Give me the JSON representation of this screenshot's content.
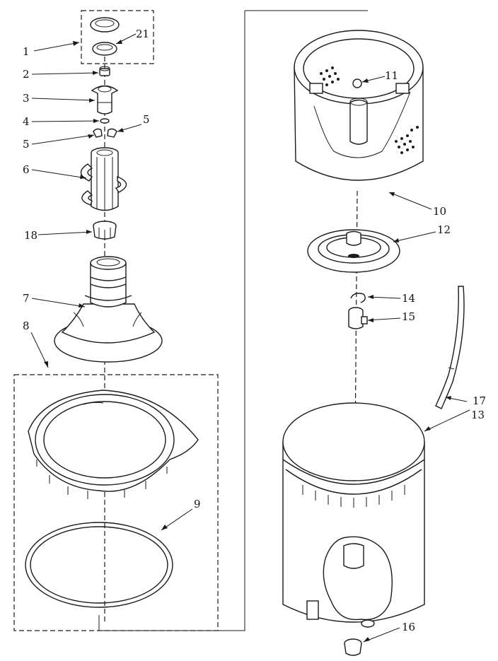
{
  "callouts": [
    {
      "id": "c1",
      "label": "1"
    },
    {
      "id": "c2",
      "label": "2"
    },
    {
      "id": "c3",
      "label": "3"
    },
    {
      "id": "c4",
      "label": "4"
    },
    {
      "id": "c5a",
      "label": "5"
    },
    {
      "id": "c5b",
      "label": "5"
    },
    {
      "id": "c6",
      "label": "6"
    },
    {
      "id": "c7",
      "label": "7"
    },
    {
      "id": "c8",
      "label": "8"
    },
    {
      "id": "c9",
      "label": "9"
    },
    {
      "id": "c10",
      "label": "10"
    },
    {
      "id": "c11",
      "label": "11"
    },
    {
      "id": "c12",
      "label": "12"
    },
    {
      "id": "c13",
      "label": "13"
    },
    {
      "id": "c14",
      "label": "14"
    },
    {
      "id": "c15",
      "label": "15"
    },
    {
      "id": "c16",
      "label": "16"
    },
    {
      "id": "c17",
      "label": "17"
    },
    {
      "id": "c18",
      "label": "18"
    },
    {
      "id": "c21",
      "label": "21"
    }
  ]
}
